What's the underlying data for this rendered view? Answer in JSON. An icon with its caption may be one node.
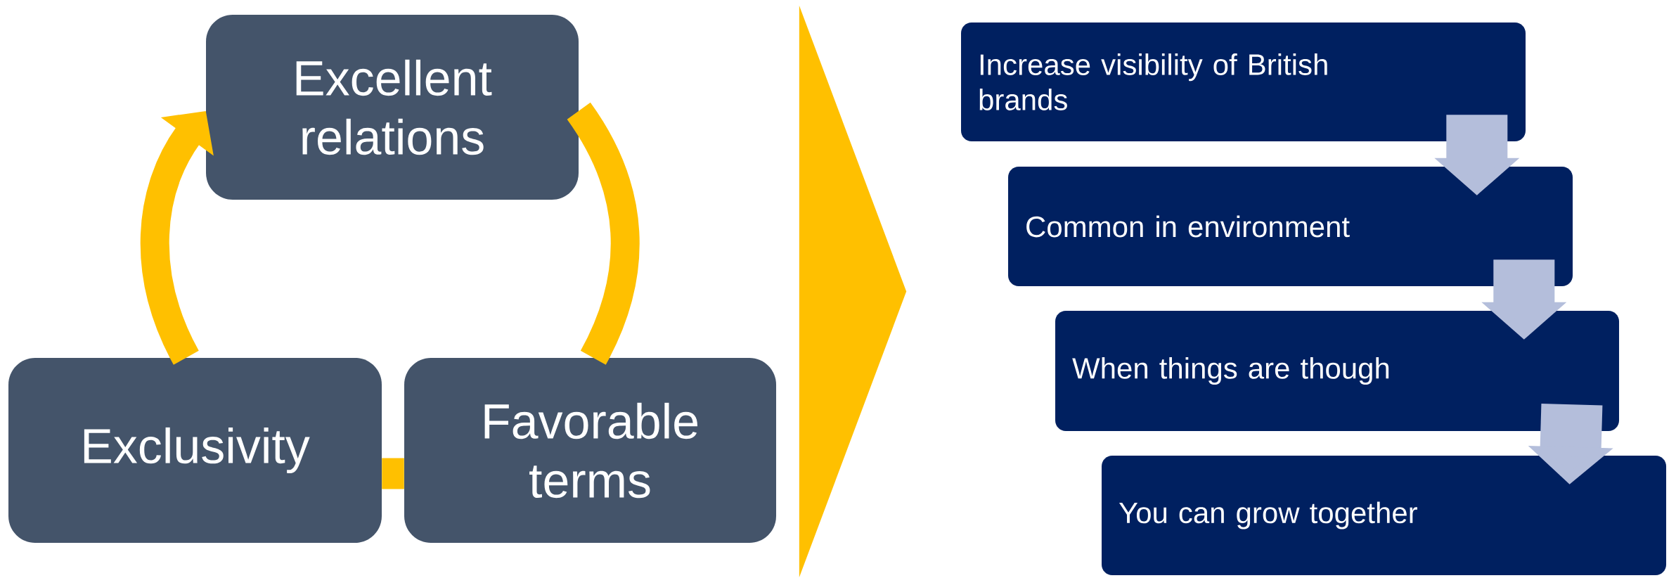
{
  "diagram": {
    "nodes": [
      {
        "text": [
          "Excellent relations"
        ]
      },
      {
        "text": [
          "Exclusivity"
        ]
      },
      {
        "text": [
          "Favorable terms"
        ]
      },
      {
        "text": [],
        "shape": "triangle"
      },
      {
        "text": [
          "Increase visibility of British brands"
        ]
      },
      {
        "text": [
          "Common in environment"
        ]
      },
      {
        "text": [
          "When things are though"
        ]
      },
      {
        "text": [
          "You can grow together"
        ]
      }
    ],
    "edges": [
      {
        "from": 0,
        "to": 2,
        "arrow": "none"
      },
      {
        "from": 2,
        "to": 1,
        "arrow": "none"
      },
      {
        "from": 1,
        "to": 0,
        "arrow": "to"
      },
      {
        "from": 4,
        "to": 5,
        "arrow": "to",
        "style": "thick",
        "color": "#b4bedb"
      },
      {
        "from": 5,
        "to": 6,
        "arrow": "to",
        "style": "thick",
        "color": "#b4bedb"
      },
      {
        "from": 6,
        "to": 7,
        "arrow": "to",
        "style": "thick",
        "color": "#b4bedb"
      }
    ]
  }
}
